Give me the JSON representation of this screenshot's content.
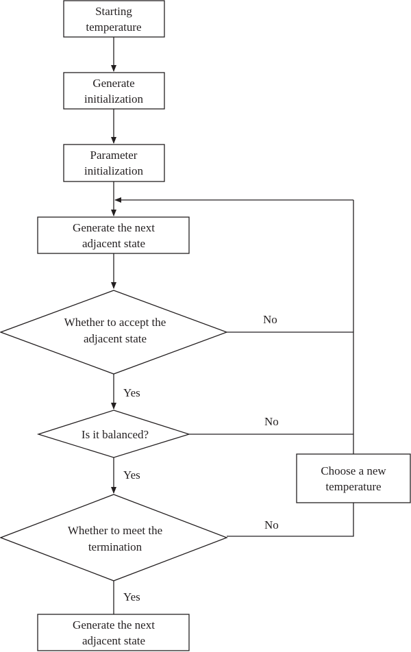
{
  "nodes": {
    "start": {
      "line1": "Starting",
      "line2": "temperature"
    },
    "gen_init": {
      "line1": "Generate",
      "line2": "initialization"
    },
    "param_init": {
      "line1": "Parameter",
      "line2": "initialization"
    },
    "next_state": {
      "line1": "Generate the next",
      "line2": "adjacent state"
    },
    "accept": {
      "line1": "Whether to accept the",
      "line2": "adjacent state"
    },
    "balanced": {
      "line1": "Is it balanced?"
    },
    "terminate": {
      "line1": "Whether to meet the",
      "line2": "termination"
    },
    "final": {
      "line1": "Generate the next",
      "line2": "adjacent state"
    },
    "new_temp": {
      "line1": "Choose a new",
      "line2": "temperature"
    }
  },
  "edges": {
    "accept_yes": "Yes",
    "accept_no": "No",
    "balanced_yes": "Yes",
    "balanced_no": "No",
    "terminate_yes": "Yes",
    "terminate_no": "No"
  },
  "colors": {
    "stroke": "#231f20",
    "fill": "#ffffff",
    "text": "#231f20"
  }
}
